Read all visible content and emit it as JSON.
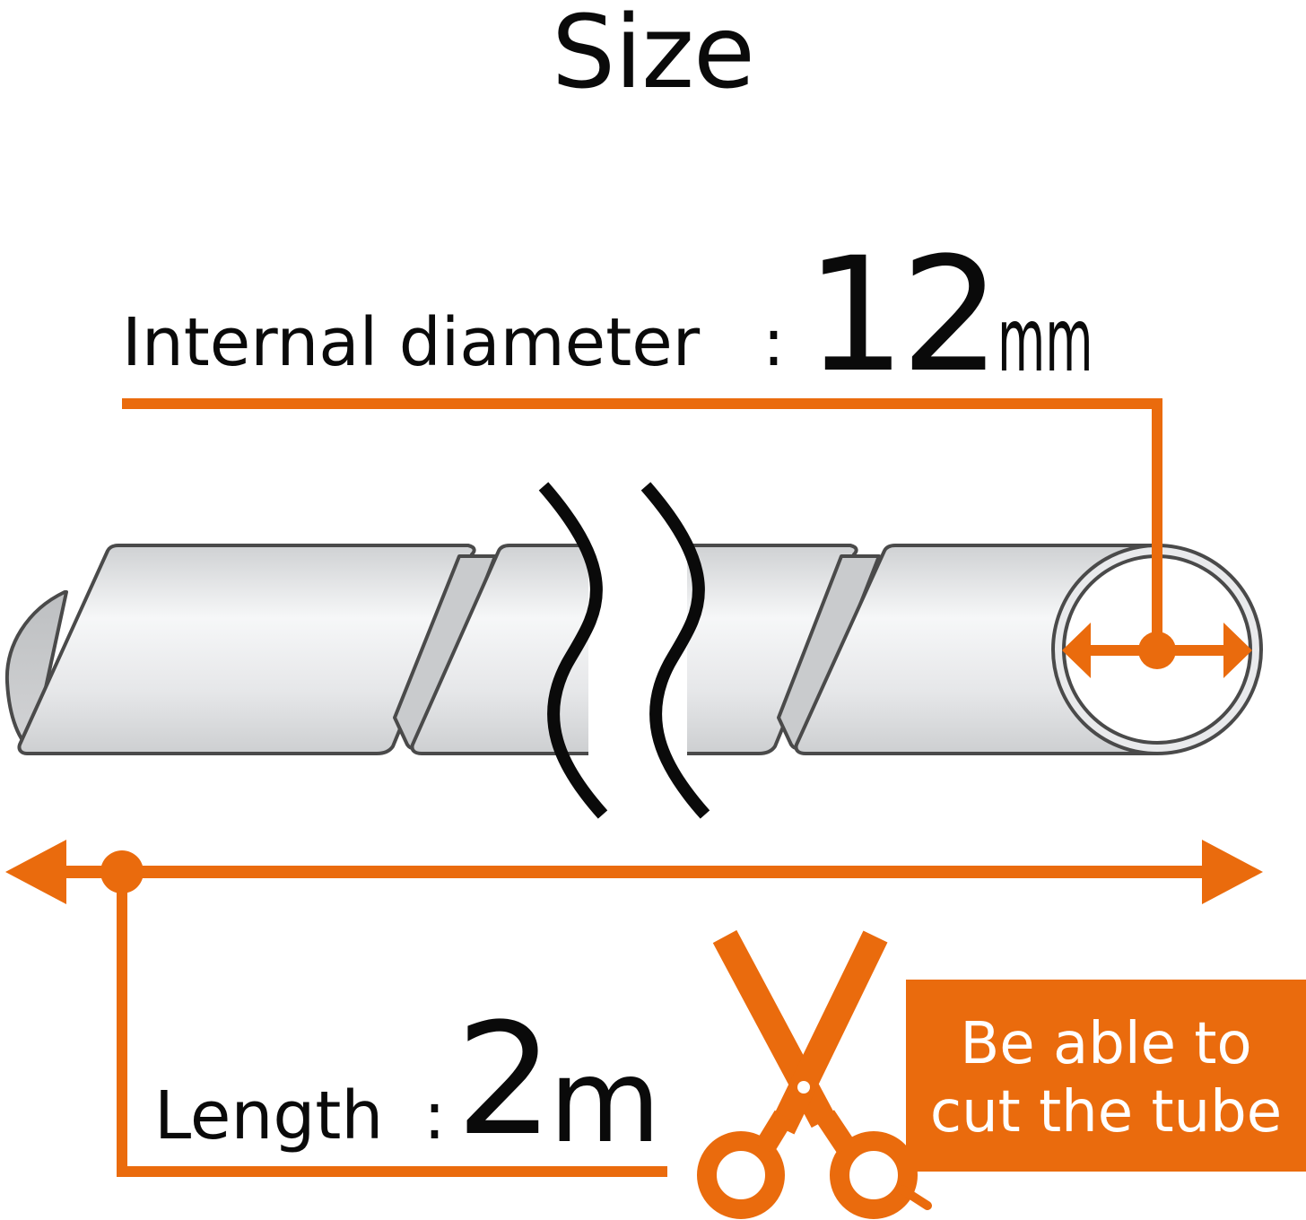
{
  "title": "Size",
  "internal_diameter": {
    "label": "Internal diameter",
    "colon": ":",
    "value": "12",
    "unit": "mm"
  },
  "length": {
    "label": "Length",
    "colon": ":",
    "value": "2",
    "unit": "m"
  },
  "cut_badge": {
    "line1": "Be able to",
    "line2": "cut the tube"
  },
  "colors": {
    "accent": "#ea6b0d",
    "tube_light": "#f2f3f4",
    "tube_mid": "#d9dadc",
    "tube_outline": "#4a4a4a",
    "text": "#0a0a0a",
    "badge_text": "#ffffff"
  },
  "icons": [
    "scissors-icon",
    "break-mark-icon",
    "double-arrow-icon"
  ]
}
